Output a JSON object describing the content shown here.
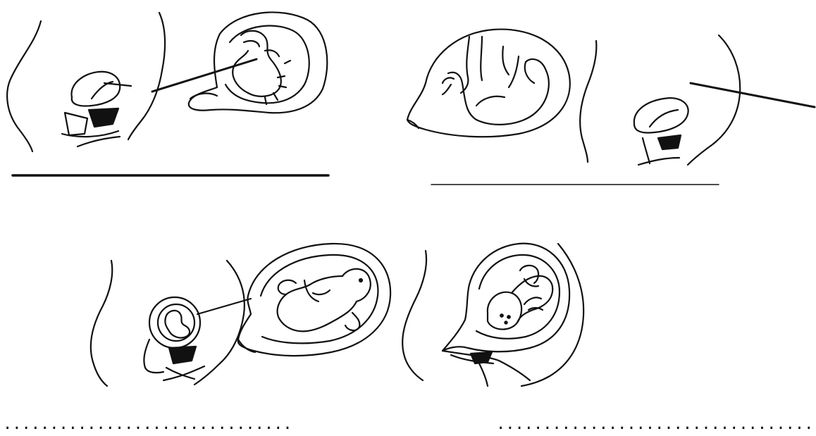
{
  "worksheet": {
    "panels": [
      {
        "id": "early-embryo",
        "answer_line_style": "solid"
      },
      {
        "id": "first-trimester-fetus",
        "answer_line_style": "thin-solid"
      },
      {
        "id": "second-trimester-fetus",
        "answer_line_style": "dotted"
      },
      {
        "id": "third-trimester-fetus",
        "answer_line_style": "dotted"
      }
    ],
    "answer_lines": {
      "left_dotted": "..................................................................",
      "right_dotted": ".........................................................................."
    },
    "ink_color": "#111111"
  }
}
